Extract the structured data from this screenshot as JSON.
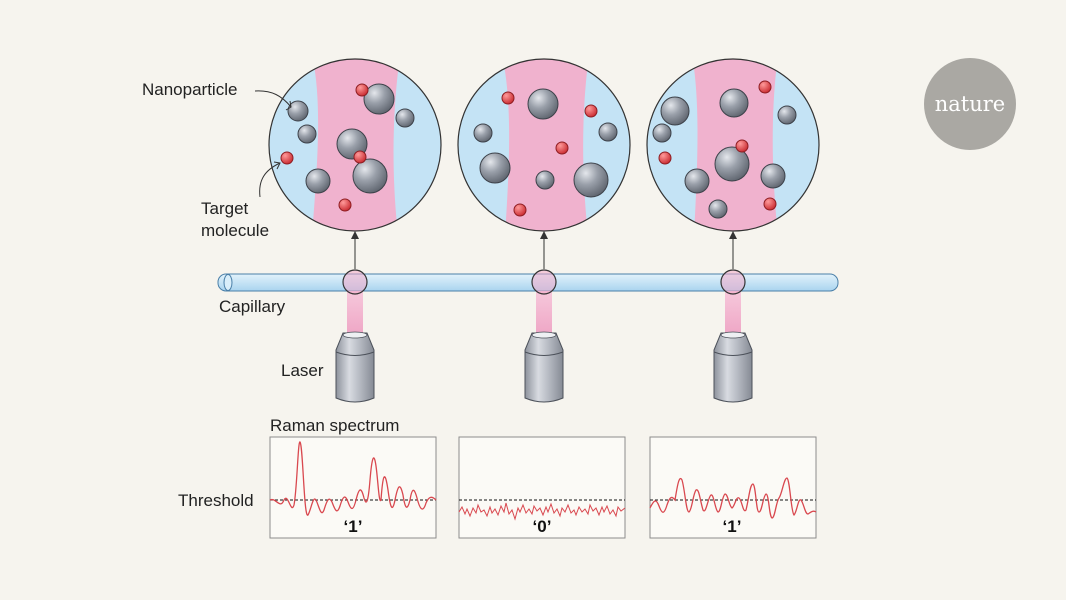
{
  "labels": {
    "nanoparticle": "Nanoparticle",
    "target_line1": "Target",
    "target_line2": "molecule",
    "capillary": "Capillary",
    "laser": "Laser",
    "raman": "Raman spectrum",
    "threshold": "Threshold"
  },
  "readouts": [
    "‘1’",
    "‘0’",
    "‘1’"
  ],
  "logo": "nature",
  "colors": {
    "background": "#f6f4ee",
    "beam": "#f2b6d0",
    "circle_fill": "#c4e3f5",
    "nanoparticle": "#8a8f99",
    "target_molecule": "#e04a4a",
    "capillary": "#bde0f5",
    "spectrum_line": "#d9484f",
    "logo_bg": "#aaa8a3"
  }
}
